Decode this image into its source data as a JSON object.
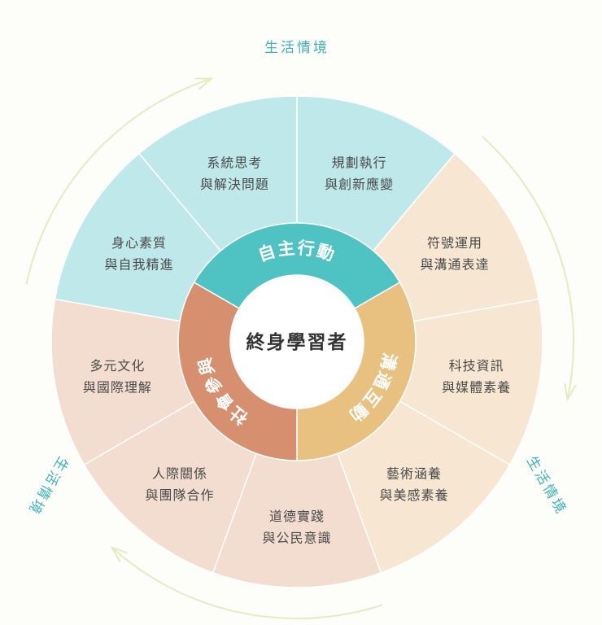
{
  "center_label": "終身學習者",
  "outer_label": "生活情境",
  "ring": [
    {
      "key": "autonomous",
      "label": "自主行動",
      "color": "#4fc2c3"
    },
    {
      "key": "communication",
      "label": "溝通互動",
      "color": "#e8c07f"
    },
    {
      "key": "social",
      "label": "社會參與",
      "color": "#d6906f"
    }
  ],
  "segments": [
    {
      "label": [
        "系統思考",
        "與解決問題"
      ],
      "color": "#bfe8ea"
    },
    {
      "label": [
        "規劃執行",
        "與創新應變"
      ],
      "color": "#bfe8ea"
    },
    {
      "label": [
        "符號運用",
        "與溝通表達"
      ],
      "color": "#f7e6d2"
    },
    {
      "label": [
        "科技資訊",
        "與媒體素養"
      ],
      "color": "#f7e6d2"
    },
    {
      "label": [
        "藝術涵養",
        "與美感素養"
      ],
      "color": "#f7e6d2"
    },
    {
      "label": [
        "道德實踐",
        "與公民意識"
      ],
      "color": "#f2ddd0"
    },
    {
      "label": [
        "人際關係",
        "與團隊合作"
      ],
      "color": "#f2ddd0"
    },
    {
      "label": [
        "多元文化",
        "與國際理解"
      ],
      "color": "#f2ddd0"
    },
    {
      "label": [
        "身心素質",
        "與自我精進"
      ],
      "color": "#bfe8ea"
    }
  ],
  "colors": {
    "accent_teal": "#3fb2b6",
    "arrow_line": "#e4ecbf",
    "divider": "#ffffff"
  }
}
